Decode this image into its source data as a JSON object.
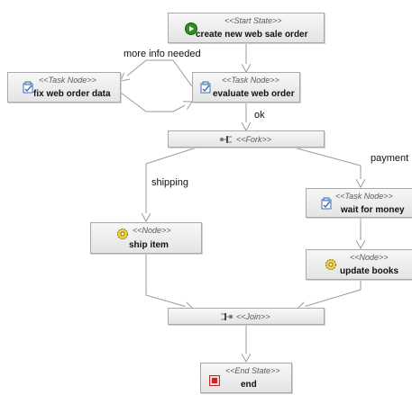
{
  "nodes": {
    "start": {
      "stereotype": "<<Start State>>",
      "label": "create new web sale order",
      "icon": "start-state-icon"
    },
    "fix": {
      "stereotype": "<<Task Node>>",
      "label": "fix web order data",
      "icon": "task-node-icon"
    },
    "evaluate": {
      "stereotype": "<<Task Node>>",
      "label": "evaluate web order",
      "icon": "task-node-icon"
    },
    "fork": {
      "stereotype": "<<Fork>>",
      "icon": "fork-icon"
    },
    "ship": {
      "stereotype": "<<Node>>",
      "label": "ship item",
      "icon": "gear-node-icon"
    },
    "wait": {
      "stereotype": "<<Task Node>>",
      "label": "wait for money",
      "icon": "task-node-icon"
    },
    "update": {
      "stereotype": "<<Node>>",
      "label": "update books",
      "icon": "gear-node-icon"
    },
    "join": {
      "stereotype": "<<Join>>",
      "icon": "join-icon"
    },
    "end": {
      "stereotype": "<<End State>>",
      "label": "end",
      "icon": "end-state-icon"
    }
  },
  "transitions": {
    "more_info": "more info needed",
    "ok": "ok",
    "shipping": "shipping",
    "payment": "payment"
  },
  "colors": {
    "border": "#a9a9a9",
    "edge": "#9a9a9a",
    "start_icon": "#2f8f1f",
    "end_icon": "#d42020",
    "task_icon": "#3a6fb5",
    "gear_icon": "#c8a000"
  }
}
